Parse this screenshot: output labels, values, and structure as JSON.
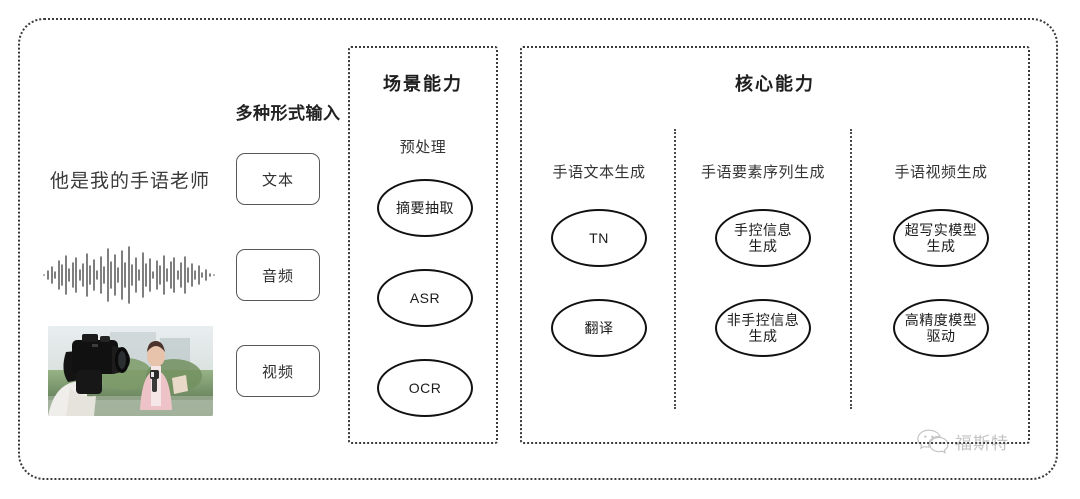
{
  "diagram": {
    "outer_frame": "dotted-rounded-container",
    "input_section": {
      "heading": "多种形式输入",
      "rows": [
        {
          "media": "text-sample",
          "sample_text": "他是我的手语老师",
          "chip_label": "文本"
        },
        {
          "media": "audio-waveform",
          "sample_text": "",
          "chip_label": "音频"
        },
        {
          "media": "video-thumbnail",
          "sample_text": "",
          "chip_label": "视频"
        }
      ]
    },
    "scene_panel": {
      "title": "场景能力",
      "group_label": "预处理",
      "nodes": [
        "摘要抽取",
        "ASR",
        "OCR"
      ]
    },
    "core_panel": {
      "title": "核心能力",
      "columns": [
        {
          "label": "手语文本生成",
          "nodes": [
            "TN",
            "翻译"
          ]
        },
        {
          "label": "手语要素序列生成",
          "nodes": [
            "手控信息\n生成",
            "非手控信息\n生成"
          ]
        },
        {
          "label": "手语视频生成",
          "nodes": [
            "超写实模型\n生成",
            "高精度模型\n驱动"
          ]
        }
      ]
    },
    "watermark": {
      "icon": "wechat-icon",
      "text": "福斯特"
    },
    "colors": {
      "frame": "#3a3a3a",
      "ellipse_stroke": "#111111",
      "text": "#2b2b2b",
      "chip_stroke": "#585858",
      "watermark": "#6f6f6f"
    }
  }
}
